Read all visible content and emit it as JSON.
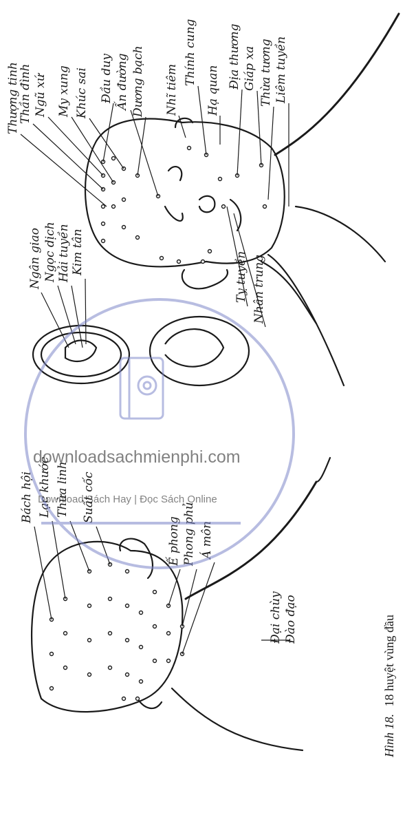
{
  "caption": {
    "figure": "Hình 18.",
    "text": "18 huyệt vùng đầu"
  },
  "front_view": {
    "labels": {
      "thuong_tinh": "Thượng tinh",
      "than_dinh": "Thần đình",
      "ngu_xu": "Ngũ xứ",
      "my_xung": "My xung",
      "khuc_sai": "Khúc sai",
      "dau_duy": "Đầu duy",
      "an_duong": "Ấn đường",
      "duong_bach": "Dương bạch",
      "nhi_tiem": "Nhĩ tiêm",
      "thinh_cung": "Thính cung",
      "ha_quan": "Hạ quan",
      "dia_thuong": "Địa thương",
      "giap_xa": "Giáp xa",
      "thua_tuong": "Thừa tương",
      "liem_tuyen": "Liêm tuyền",
      "ngan_giao": "Ngân giao",
      "ngoc_dich": "Ngọc dịch",
      "hai_tuyen": "Hải tuyền",
      "kim_tan": "Kim tân",
      "ty_tuyen": "Tỵ tuyền",
      "nhan_trung": "Nhân trung"
    }
  },
  "back_view": {
    "labels": {
      "bach_hoi": "Bách hội",
      "lac_khuoc": "Lạc khước",
      "thua_linh": "Thừa linh",
      "suat_coc": "Suất cốc",
      "e_phong": "Ế phong",
      "phong_phu": "Phong phủ",
      "a_mon": "Á môn",
      "dai_chuy": "Đại chùy",
      "dao_dao": "Đào đạo"
    }
  },
  "watermark": {
    "site": "downloadsachmienphi.com",
    "tagline": "Download Sách Hay | Đọc Sách Online"
  },
  "colors": {
    "ink": "#1a1a1a",
    "watermark": "#7d87c9",
    "watermark_fill": "#9aa2d6"
  }
}
